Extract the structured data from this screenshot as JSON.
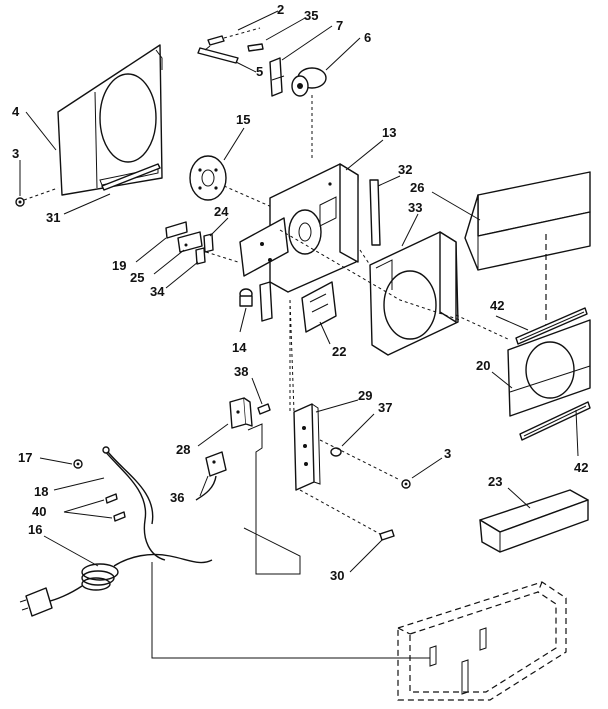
{
  "callouts": [
    {
      "id": "c2",
      "text": "2"
    },
    {
      "id": "c35",
      "text": "35"
    },
    {
      "id": "c7",
      "text": "7"
    },
    {
      "id": "c6",
      "text": "6"
    },
    {
      "id": "c5",
      "text": "5"
    },
    {
      "id": "c4",
      "text": "4"
    },
    {
      "id": "c3a",
      "text": "3"
    },
    {
      "id": "c31",
      "text": "31"
    },
    {
      "id": "c15",
      "text": "15"
    },
    {
      "id": "c13",
      "text": "13"
    },
    {
      "id": "c32",
      "text": "32"
    },
    {
      "id": "c26",
      "text": "26"
    },
    {
      "id": "c33",
      "text": "33"
    },
    {
      "id": "c24",
      "text": "24"
    },
    {
      "id": "c19",
      "text": "19"
    },
    {
      "id": "c25",
      "text": "25"
    },
    {
      "id": "c34",
      "text": "34"
    },
    {
      "id": "c42a",
      "text": "42"
    },
    {
      "id": "c20",
      "text": "20"
    },
    {
      "id": "c14",
      "text": "14"
    },
    {
      "id": "c22",
      "text": "22"
    },
    {
      "id": "c38",
      "text": "38"
    },
    {
      "id": "c29",
      "text": "29"
    },
    {
      "id": "c37",
      "text": "37"
    },
    {
      "id": "c28",
      "text": "28"
    },
    {
      "id": "c3b",
      "text": "3"
    },
    {
      "id": "c42b",
      "text": "42"
    },
    {
      "id": "c17",
      "text": "17"
    },
    {
      "id": "c18",
      "text": "18"
    },
    {
      "id": "c36",
      "text": "36"
    },
    {
      "id": "c40",
      "text": "40"
    },
    {
      "id": "c16",
      "text": "16"
    },
    {
      "id": "c23",
      "text": "23"
    },
    {
      "id": "c30",
      "text": "30"
    }
  ]
}
